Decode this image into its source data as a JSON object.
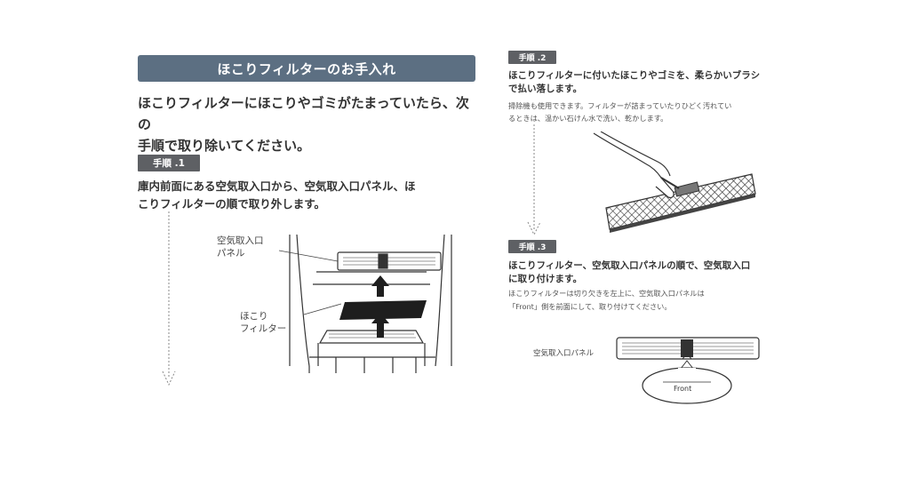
{
  "title": "ほこりフィルターのお手入れ",
  "intro": {
    "line1": "ほこりフィルターにほこりやゴミがたまっていたら、次の",
    "line2": "手順で取り除いてください。"
  },
  "step1": {
    "tag": "手順 .1",
    "line1": "庫内前面にある空気取入口から、空気取入口パネル、ほ",
    "line2": "こりフィルターの順で取り外します。",
    "label_panel_1": "空気取入口",
    "label_panel_2": "パネル",
    "label_filter_1": "ほこり",
    "label_filter_2": "フィルター"
  },
  "step2": {
    "tag": "手順 .2",
    "head1": "ほこりフィルターに付いたほこりやゴミを、柔らかいブラシ",
    "head2": "で払い落します。",
    "body1": "掃除機も使用できます。フィルターが詰まっていたりひどく汚れてい",
    "body2": "るときは、温かい石けん水で洗い、乾かします。"
  },
  "step3": {
    "tag": "手順 .3",
    "head1": "ほこりフィルター、空気取入口パネルの順で、空気取入口",
    "head2": "に取り付けます。",
    "body1": "ほこりフィルターは切り欠きを左上に、空気取入口パネルは",
    "body2": "「Front」側を前面にして、取り付けてください。",
    "label_panel": "空気取入口パネル",
    "label_front": "Front"
  }
}
